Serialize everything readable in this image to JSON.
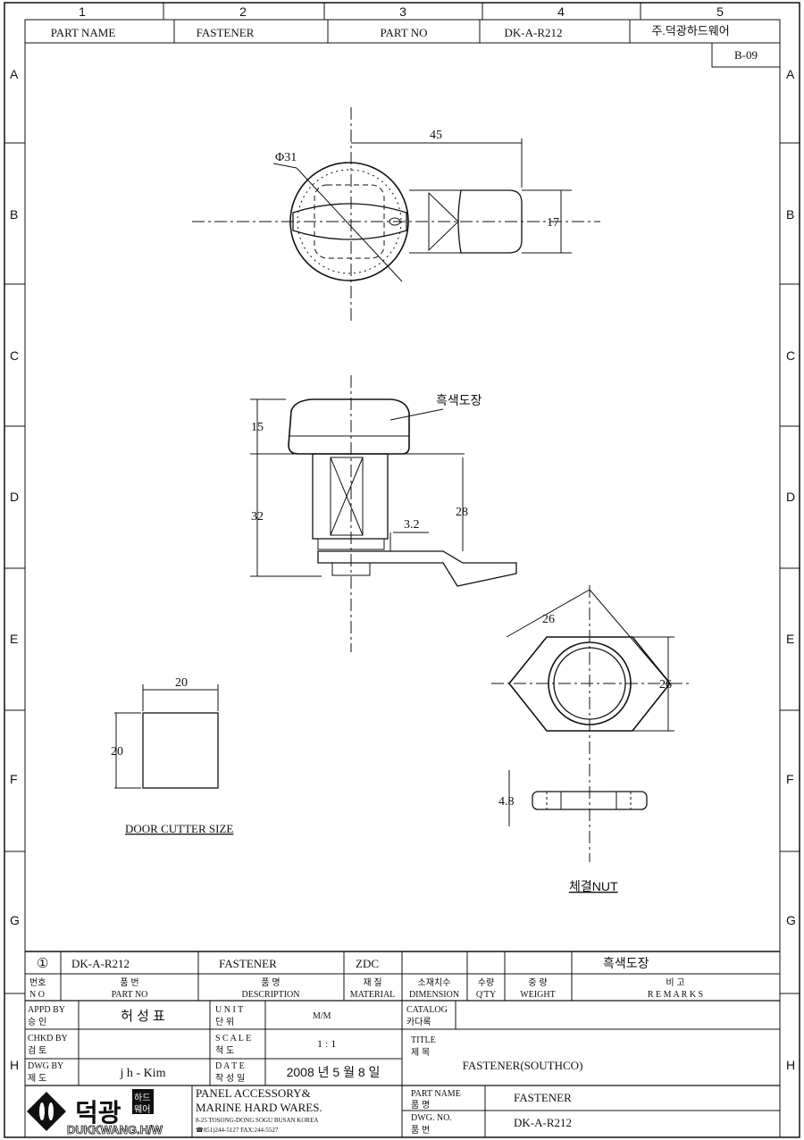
{
  "grid": {
    "columns": [
      "1",
      "2",
      "3",
      "4",
      "5"
    ],
    "rows": [
      "A",
      "B",
      "C",
      "D",
      "E",
      "F",
      "G",
      "H"
    ]
  },
  "header": {
    "part_name_label": "PART NAME",
    "part_name": "FASTENER",
    "part_no_label": "PART NO",
    "part_no": "DK-A-R212",
    "company": "주.덕광하드웨어",
    "sheet_code": "B-09"
  },
  "dims": {
    "dia": "Φ31",
    "width45": "45",
    "h17": "17",
    "h15": "15",
    "h32": "32",
    "h28": "28",
    "t32": "3.2",
    "finish_note": "흑색도장",
    "hex26a": "26",
    "hex26b": "26",
    "cut20w": "20",
    "cut20h": "20",
    "nut48": "4.8"
  },
  "labels": {
    "door_cutter": "DOOR CUTTER SIZE",
    "nut": "체결NUT"
  },
  "bom": {
    "no": "①",
    "part_no": "DK-A-R212",
    "description": "FASTENER",
    "material": "ZDC",
    "dimension": "",
    "qty": "",
    "weight": "",
    "remarks": "흑색도장",
    "h_no_kr": "번호",
    "h_no": "N O",
    "h_part_kr": "품  번",
    "h_part": "PART  NO",
    "h_desc_kr": "품  명",
    "h_desc": "DESCRIPTION",
    "h_mat_kr": "재  질",
    "h_mat": "MATERIAL",
    "h_dim_kr": "소재치수",
    "h_dim": "DIMENSION",
    "h_qty_kr": "수량",
    "h_qty": "Q'TY",
    "h_wt_kr": "중  량",
    "h_wt": "WEIGHT",
    "h_rem_kr": "비  고",
    "h_rem": "R E M A R K S"
  },
  "title_block": {
    "appd_label": "APPD BY",
    "appd_kr": "승 인",
    "appd": "허  성  표",
    "unit_label": "U N I T",
    "unit_kr": "단  위",
    "unit": "M/M",
    "catalog_label": "CATALOG",
    "catalog_kr": "카다록",
    "chkd_label": "CHKD BY",
    "chkd_kr": "검 토",
    "chkd": "",
    "scale_label": "S C A L E",
    "scale_kr": "척  도",
    "scale": "1 : 1",
    "title_label": "TITLE",
    "title_kr": "제 목",
    "title": "FASTENER(SOUTHCO)",
    "dwg_label": "DWG BY",
    "dwg_kr": "제 도",
    "dwg_by": "j h - Kim",
    "date_label": "D A T E",
    "date_kr": "작 성 일",
    "date": "2008 년 5 월 8 일",
    "logo_kr": "덕광",
    "logo_sub1": "하드",
    "logo_sub2": "웨어",
    "logo_en": "DUKKWANG.H/W",
    "company_line1": "PANEL ACCESSORY&",
    "company_line2": "MARINE HARD WARES.",
    "address": "8-25 TOSONG-DONG SOGU BUSAN KOREA",
    "phone": "☎051)244-5127 FAX:244-5527",
    "part_name_label": "PART  NAME",
    "part_name_kr": "품  명",
    "part_name": "FASTENER",
    "dwg_no_label": "DWG.  NO.",
    "dwg_no_kr": "품  번",
    "dwg_no": "DK-A-R212"
  }
}
